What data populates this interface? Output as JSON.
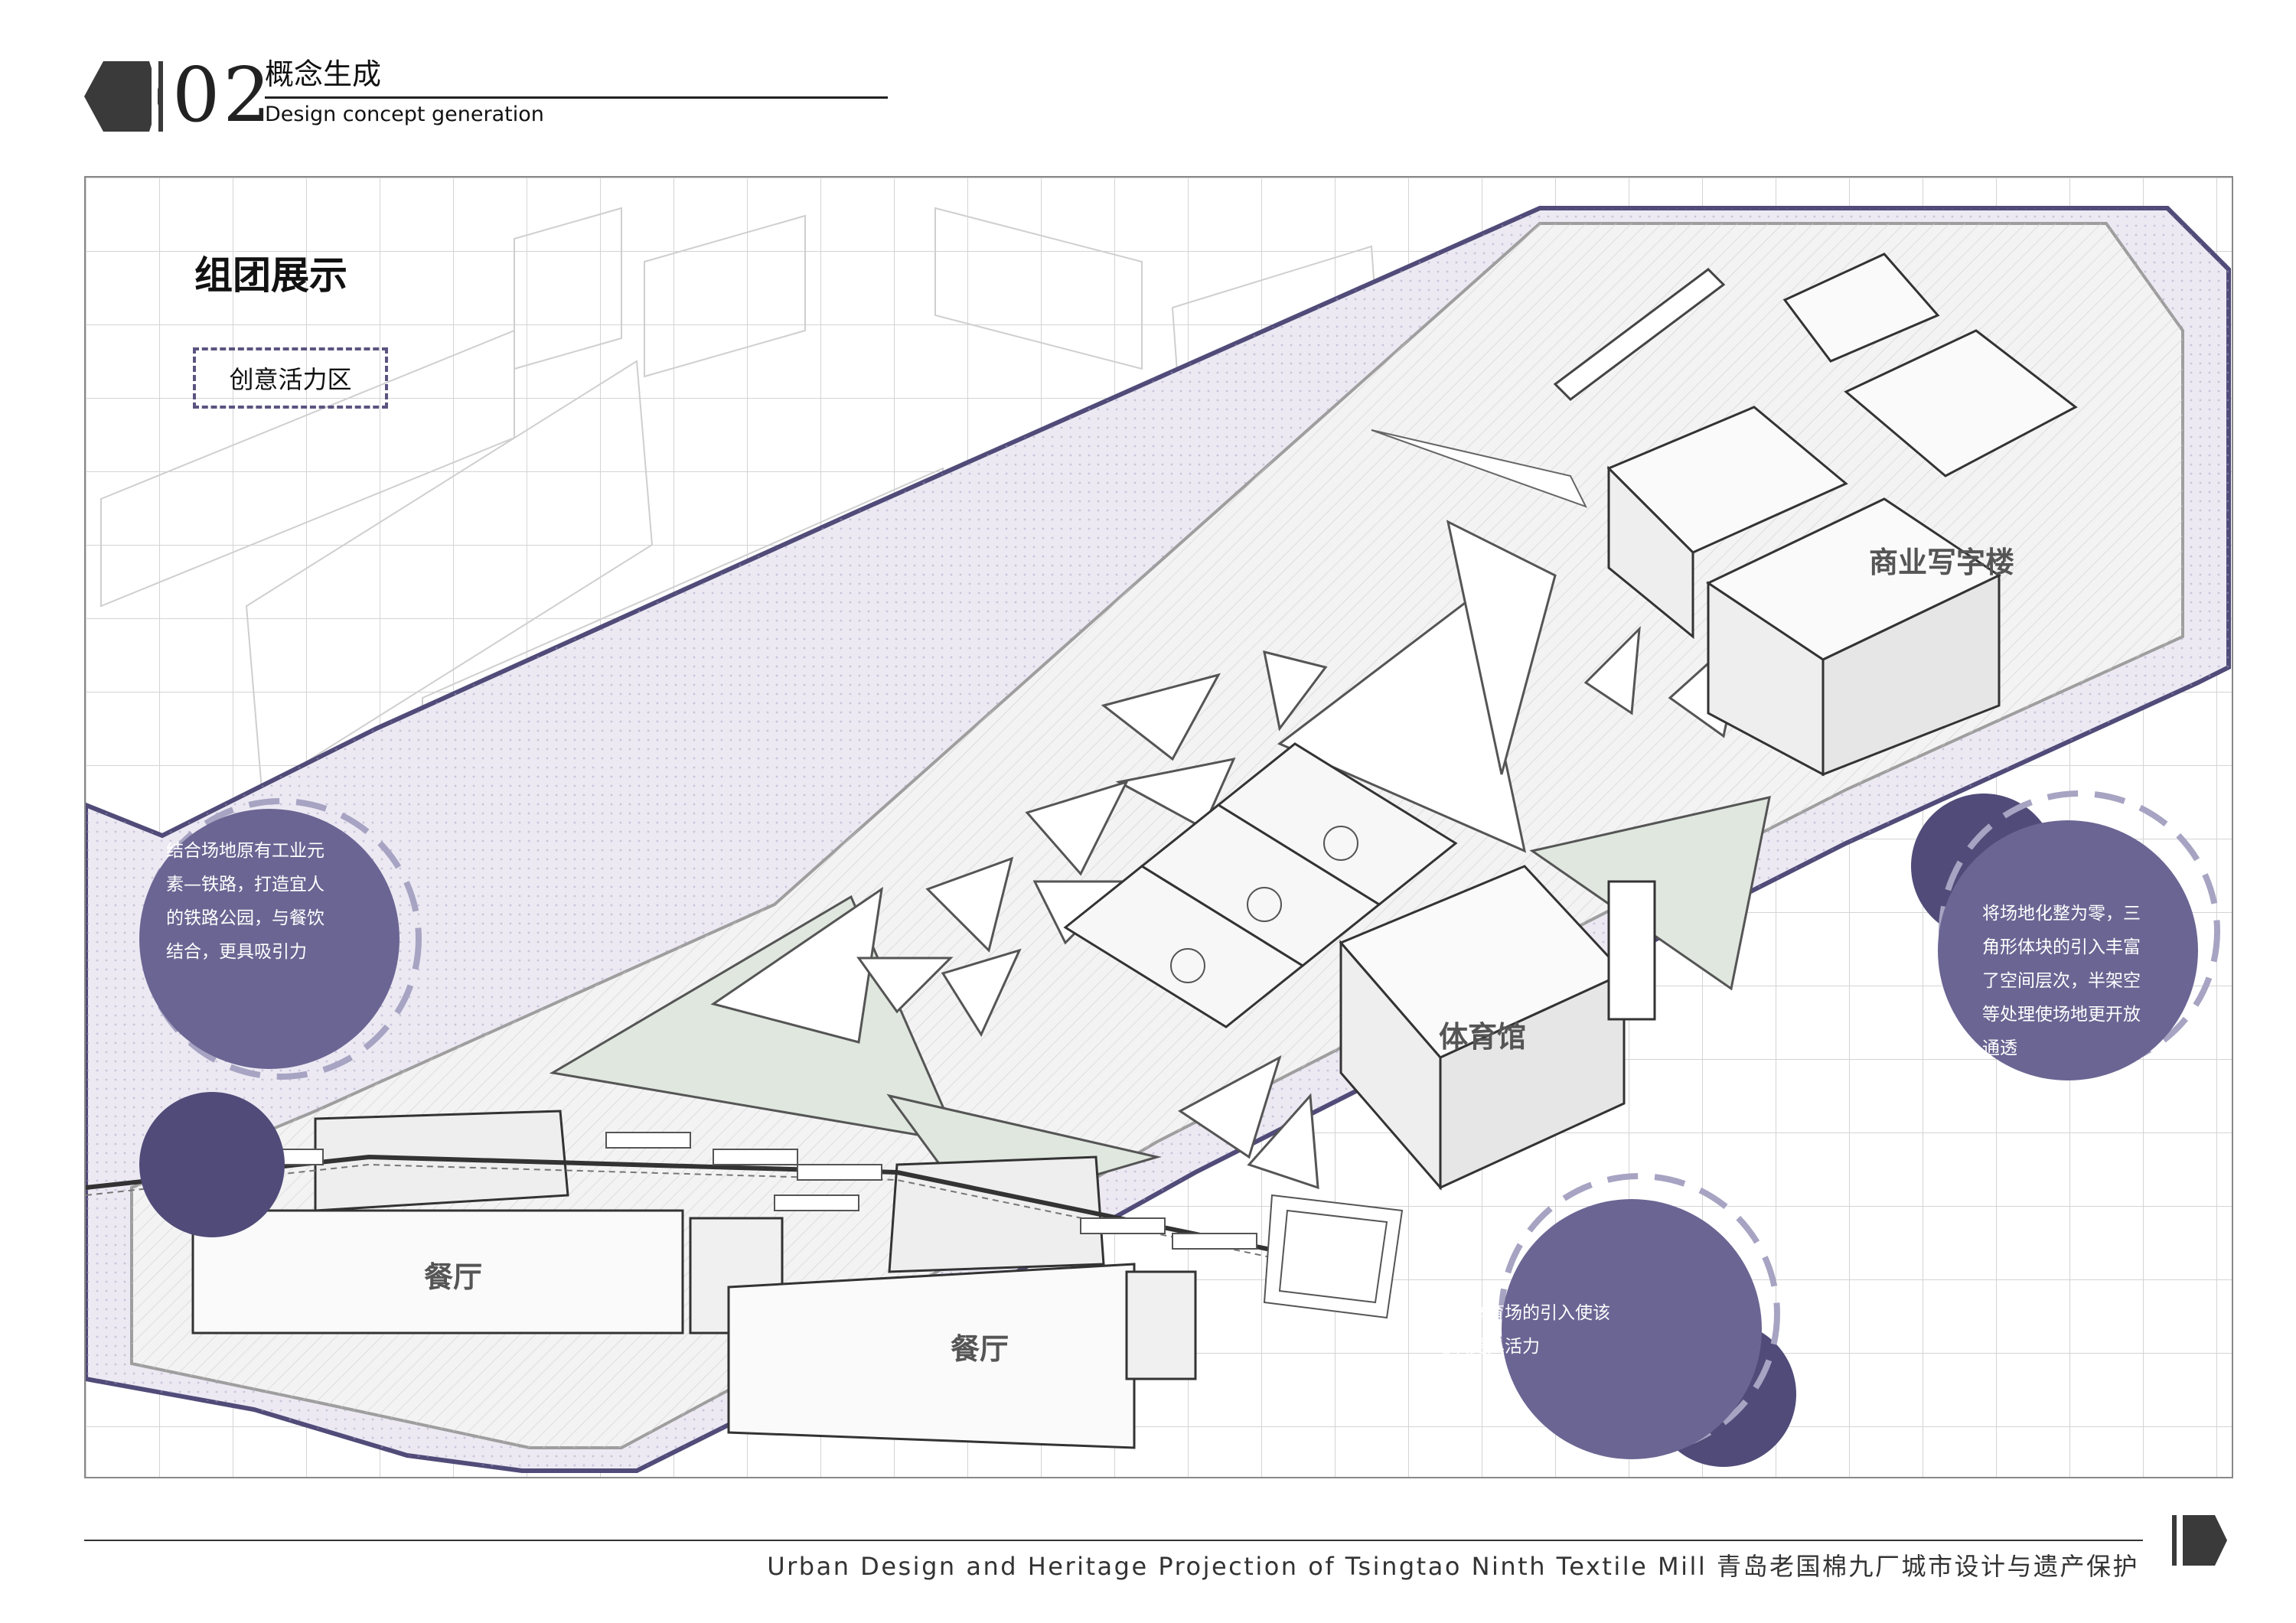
{
  "header": {
    "number": "02",
    "title": "概念生成",
    "subtitle": "Design concept generation"
  },
  "section": {
    "title": "组团展示",
    "zone_label": "创意活力区"
  },
  "buildings": {
    "office": "商业写字楼",
    "gym": "体育馆",
    "restaurant_left": "餐厅",
    "restaurant_right": "餐厅"
  },
  "notes": {
    "left": [
      "结合场地原有工业元",
      "素—铁路，打造宜人",
      "的铁路公园，与餐饮",
      "结合，更具吸引力"
    ],
    "right": [
      "将场地化整为零，三",
      "角形体块的引入丰富",
      "了空间层次，半架空",
      "等处理使场地更开放",
      "通透"
    ],
    "bottom": [
      "开放体育场的引入使该",
      "地块更具活力"
    ]
  },
  "footer": {
    "text": "Urban Design and Heritage Projection of Tsingtao Ninth Textile Mill   青岛老国棉九厂城市设计与遗产保护"
  },
  "colors": {
    "accent_dark": "#504b78",
    "accent_light": "#6b6593",
    "site_fill": "#ece9f3",
    "green_fill": "#dfe7df"
  }
}
